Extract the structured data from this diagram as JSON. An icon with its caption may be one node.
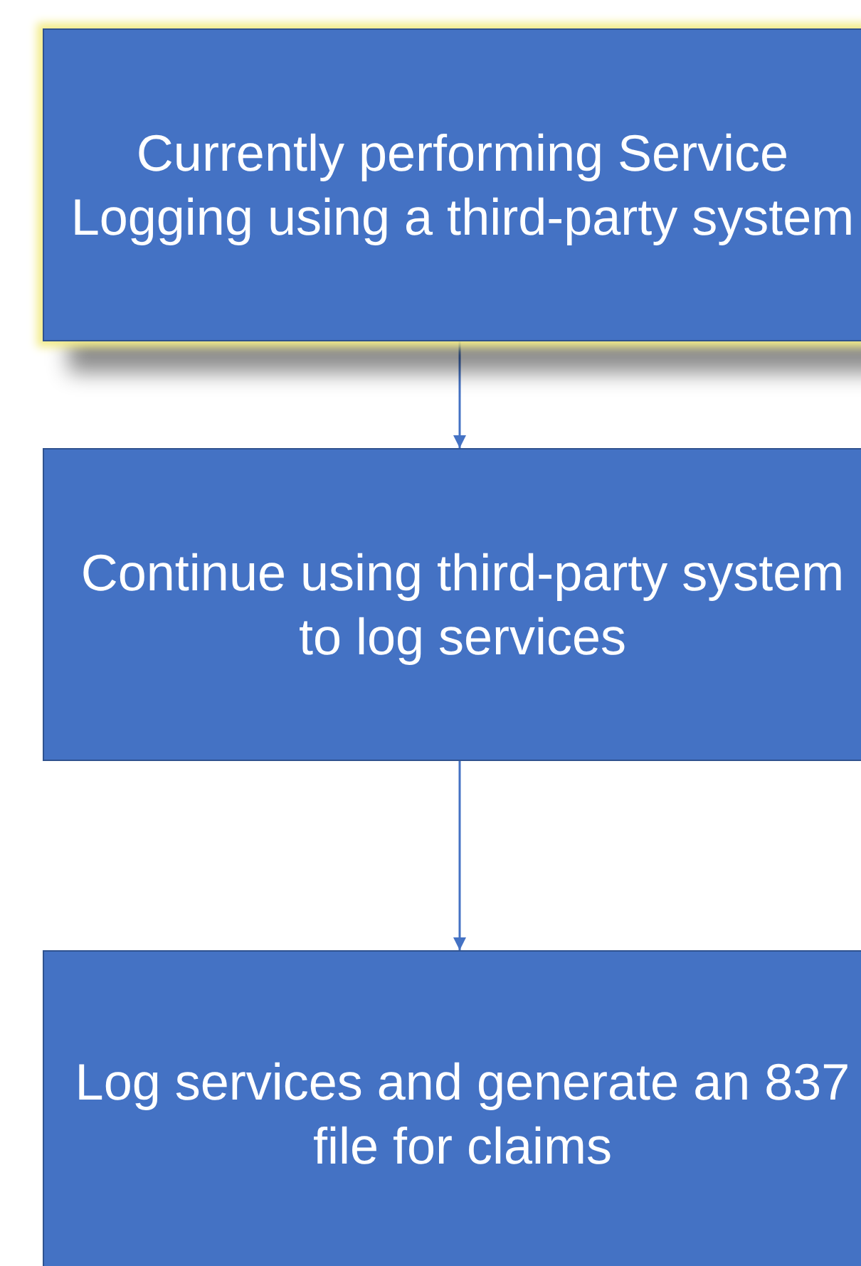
{
  "diagram": {
    "nodes": [
      {
        "text": [
          "Currently performing Service Logging using a third-party system"
        ]
      },
      {
        "text": [
          "Continue using third-party system to log services"
        ]
      },
      {
        "text": [
          "Log services and generate an 837 file for claims"
        ]
      }
    ],
    "edges": [
      {
        "from": 0,
        "to": 1,
        "arrow": "to"
      },
      {
        "from": 1,
        "to": 2,
        "arrow": "to"
      }
    ]
  }
}
